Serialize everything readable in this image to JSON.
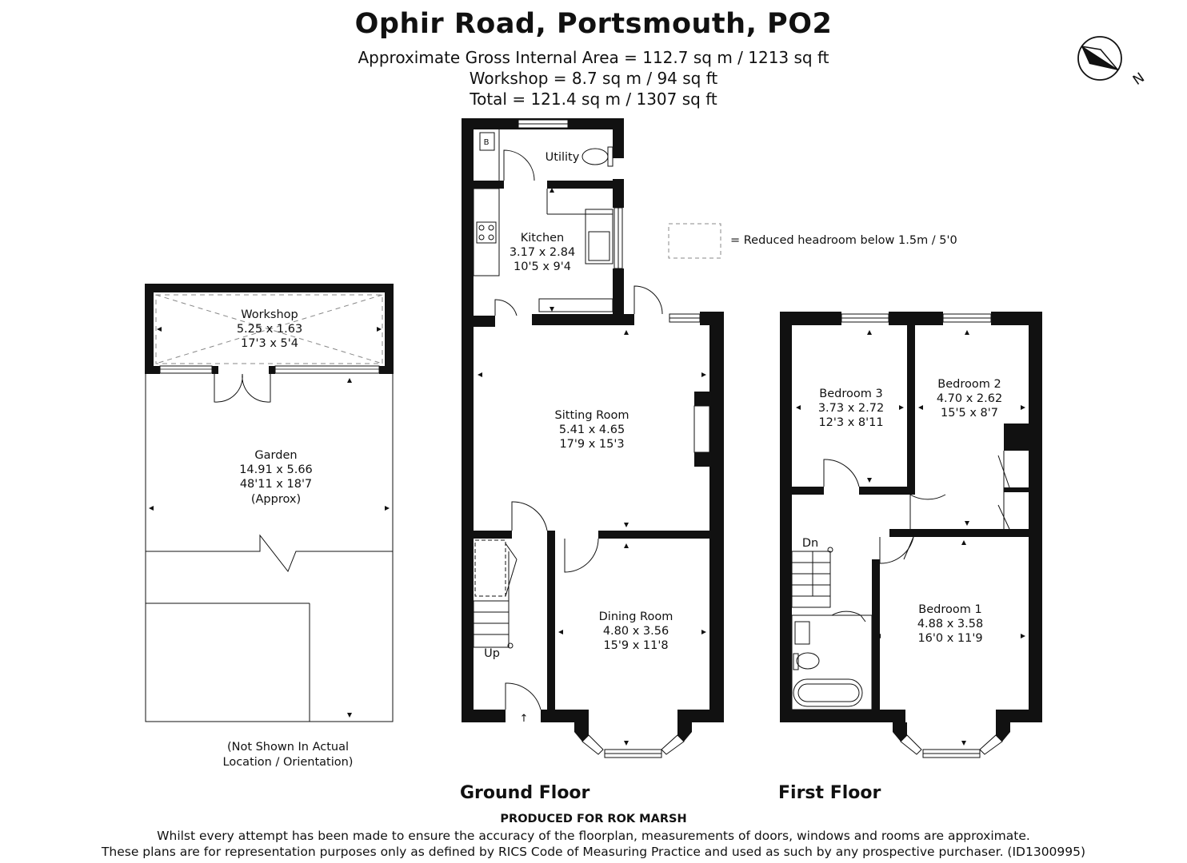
{
  "header": {
    "title": "Ophir Road, Portsmouth, PO2",
    "gross_area": "Approximate Gross Internal Area = 112.7 sq m / 1213 sq ft",
    "workshop_area": "Workshop = 8.7 sq m / 94 sq ft",
    "total_area": "Total = 121.4 sq m / 1307 sq ft"
  },
  "legend": {
    "reduced_headroom": "= Reduced headroom below 1.5m / 5'0"
  },
  "compass": {
    "north_label": "N"
  },
  "rooms": {
    "utility": {
      "name": "Utility"
    },
    "boiler": {
      "label": "B"
    },
    "kitchen": {
      "name": "Kitchen",
      "metric": "3.17 x 2.84",
      "imperial": "10'5 x 9'4"
    },
    "sitting_room": {
      "name": "Sitting Room",
      "metric": "5.41 x 4.65",
      "imperial": "17'9 x 15'3"
    },
    "dining_room": {
      "name": "Dining Room",
      "metric": "4.80 x 3.56",
      "imperial": "15'9 x 11'8"
    },
    "workshop": {
      "name": "Workshop",
      "metric": "5.25 x 1.63",
      "imperial": "17'3 x 5'4"
    },
    "garden": {
      "name": "Garden",
      "metric": "14.91 x 5.66",
      "imperial": "48'11 x 18'7",
      "note": "(Approx)"
    },
    "bedroom3": {
      "name": "Bedroom 3",
      "metric": "3.73 x 2.72",
      "imperial": "12'3 x 8'11"
    },
    "bedroom2": {
      "name": "Bedroom 2",
      "metric": "4.70 x 2.62",
      "imperial": "15'5 x 8'7"
    },
    "bedroom1": {
      "name": "Bedroom 1",
      "metric": "4.88 x 3.58",
      "imperial": "16'0 x 11'9"
    }
  },
  "stairs": {
    "up": "Up",
    "down": "Dn"
  },
  "notes": {
    "not_shown_line1": "(Not Shown In Actual",
    "not_shown_line2": "Location / Orientation)"
  },
  "floors": {
    "ground": "Ground Floor",
    "first": "First Floor"
  },
  "footer": {
    "produced": "PRODUCED FOR ROK MARSH",
    "disclaimer1": "Whilst every attempt has been made to ensure the accuracy of the floorplan, measurements of doors, windows and rooms are approximate.",
    "disclaimer2": "These plans are for representation purposes only as defined by RICS Code of Measuring Practice and used as such by any prospective purchaser. (ID1300995)"
  }
}
